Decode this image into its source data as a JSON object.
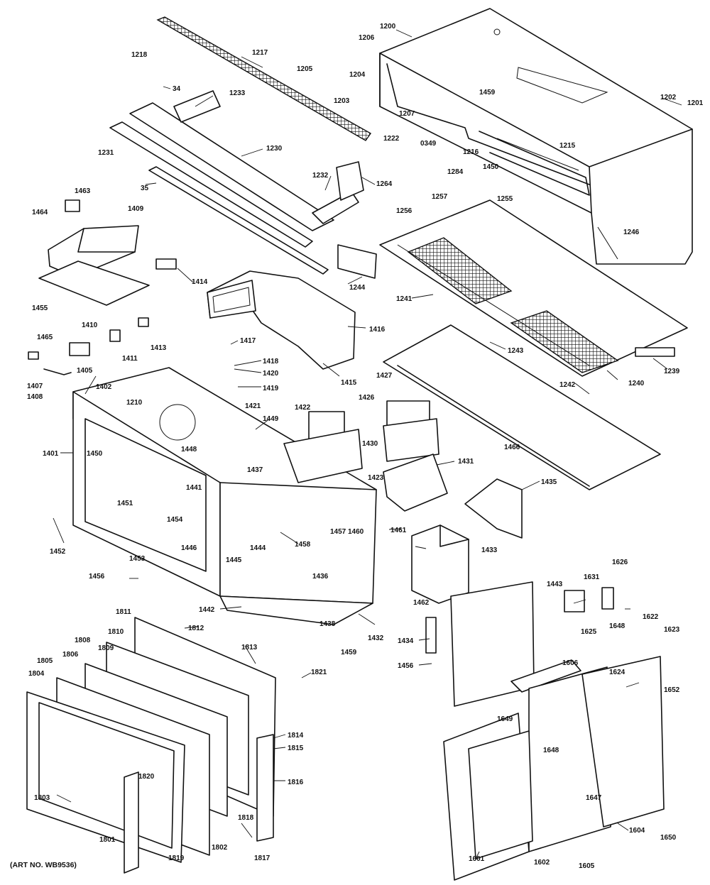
{
  "diagram": {
    "art_no": "(ART NO. WB9536)",
    "labels": [
      "1200",
      "1202",
      "1201",
      "1205",
      "1206",
      "1203",
      "1204",
      "1207",
      "1216",
      "0349",
      "1222",
      "1459",
      "1215",
      "1284",
      "1450",
      "1255",
      "1256",
      "1257",
      "1218",
      "1217",
      "34",
      "1233",
      "1231",
      "1230",
      "35",
      "1232",
      "1264",
      "1244",
      "1463",
      "1464",
      "1409",
      "1414",
      "1455",
      "1410",
      "1465",
      "1411",
      "1413",
      "1405",
      "1407",
      "1408",
      "1417",
      "1418",
      "1416",
      "1420",
      "1419",
      "1421",
      "1415",
      "1241",
      "1243",
      "1239",
      "1246",
      "1240",
      "1242",
      "1427",
      "1426",
      "1466",
      "1402",
      "1401",
      "1210",
      "1449",
      "1422",
      "1430",
      "1431",
      "1435",
      "1448",
      "1450",
      "1437",
      "1451",
      "1441",
      "1454",
      "1423",
      "1446",
      "1444",
      "1458",
      "1445",
      "1457",
      "1460",
      "1461",
      "1433",
      "1452",
      "1453",
      "1456",
      "1436",
      "1442",
      "1438",
      "1432",
      "1462",
      "1459",
      "1434",
      "1456",
      "1443",
      "1631",
      "1626",
      "1625",
      "1622",
      "1623",
      "1648",
      "1624",
      "1652",
      "1811",
      "1812",
      "1810",
      "1808",
      "1809",
      "1806",
      "1805",
      "1804",
      "1813",
      "1821",
      "1814",
      "1815",
      "1816",
      "1803",
      "1820",
      "1801",
      "1818",
      "1802",
      "1819",
      "1817",
      "1606",
      "1649",
      "1648",
      "1647",
      "1601",
      "1602",
      "1605",
      "1604",
      "1650"
    ]
  }
}
